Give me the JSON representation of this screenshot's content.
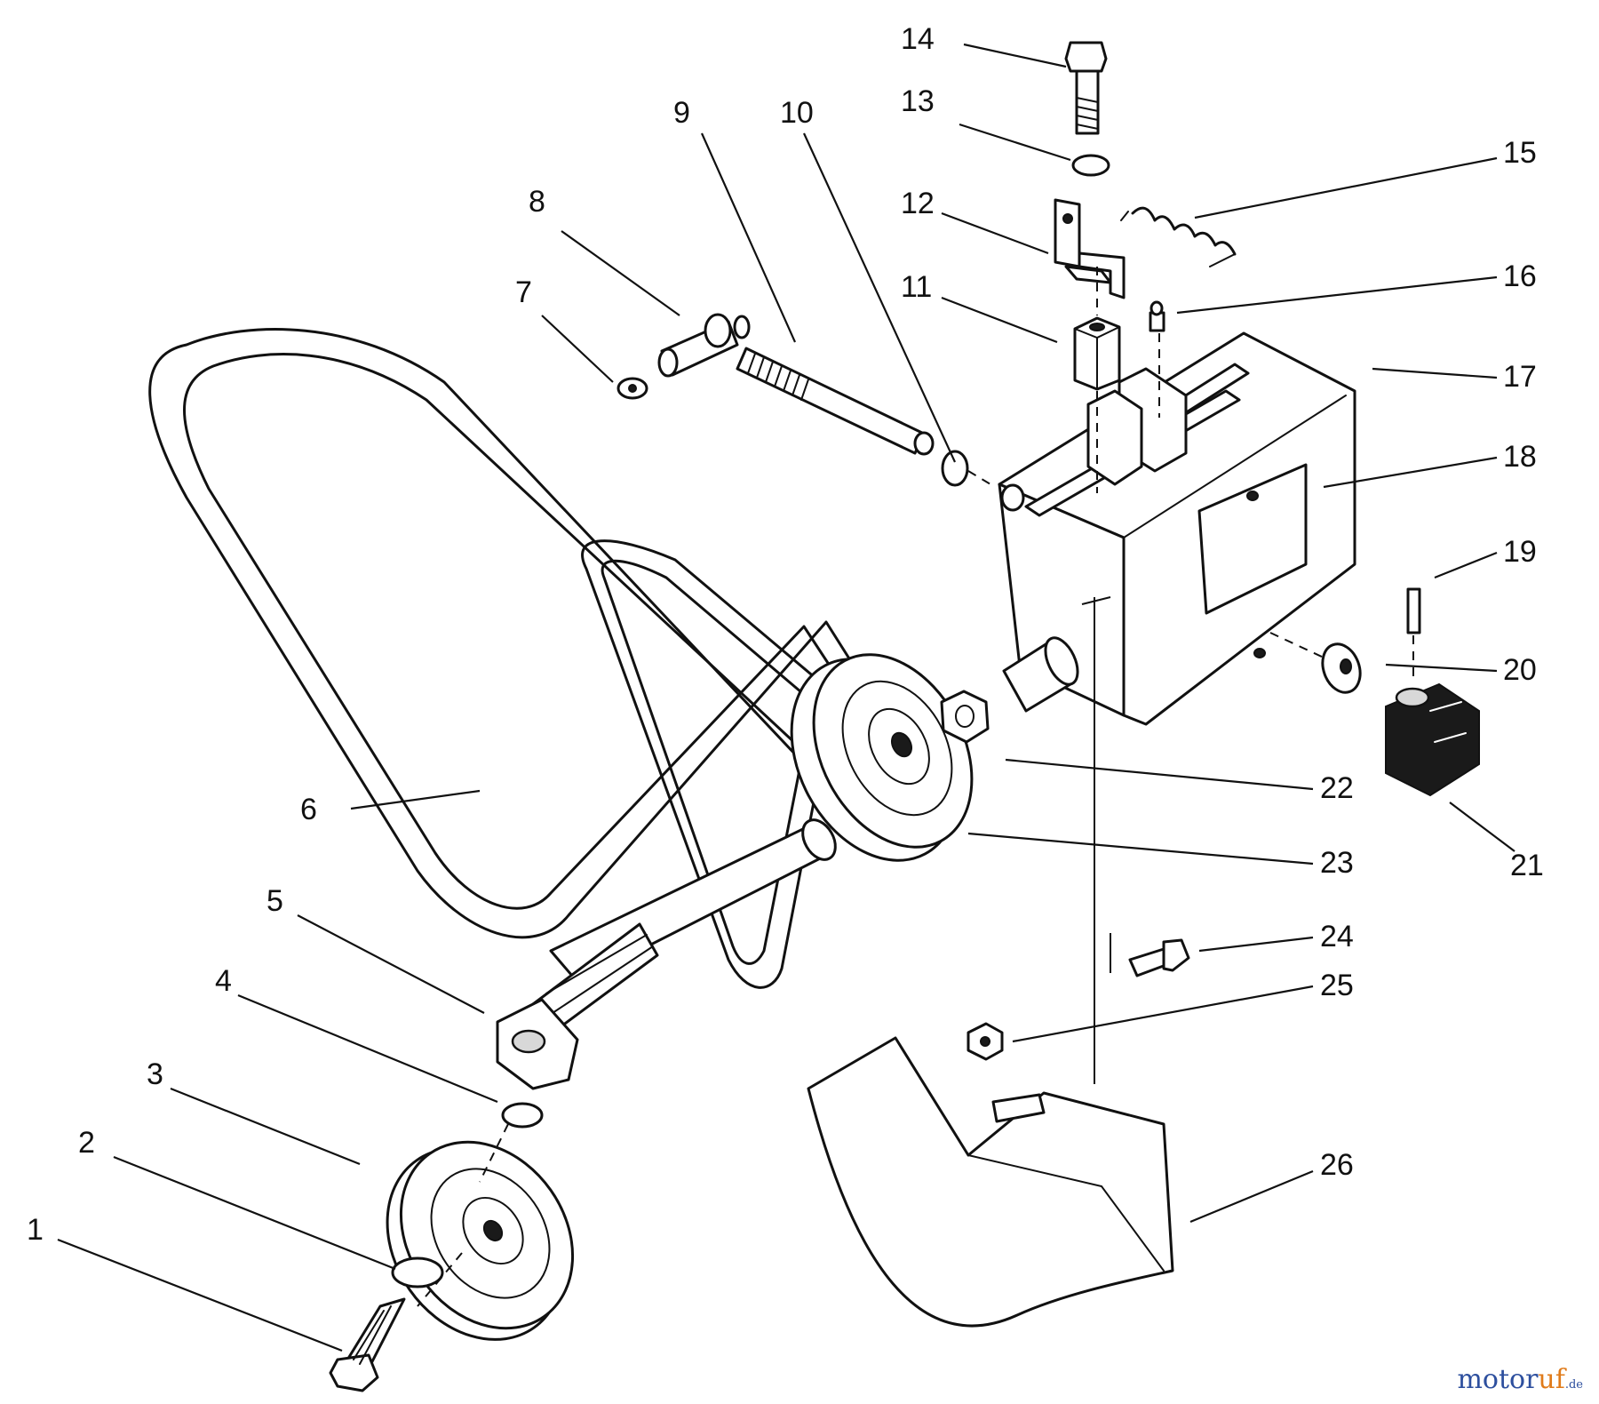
{
  "callouts": [
    "1",
    "2",
    "3",
    "4",
    "5",
    "6",
    "7",
    "8",
    "9",
    "10",
    "11",
    "12",
    "13",
    "14",
    "15",
    "16",
    "17",
    "18",
    "19",
    "20",
    "21",
    "22",
    "23",
    "24",
    "25",
    "26"
  ],
  "watermark": {
    "part_a": "motor",
    "part_b": "uf",
    "part_c": ".de"
  }
}
